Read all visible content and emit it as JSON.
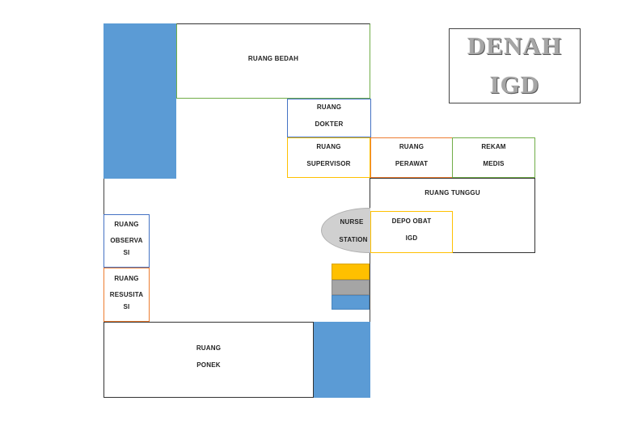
{
  "title": {
    "line1": "DENAH",
    "line2": "IGD"
  },
  "rooms": {
    "bedah": "RUANG BEDAH",
    "dokter": [
      "RUANG",
      "DOKTER"
    ],
    "supervisor": [
      "RUANG",
      "SUPERVISOR"
    ],
    "perawat": [
      "RUANG",
      "PERAWAT"
    ],
    "rekam_medis": [
      "REKAM",
      "MEDIS"
    ],
    "tunggu": "RUANG TUNGGU",
    "nurse_station": [
      "NURSE",
      "STATION"
    ],
    "depo_obat": [
      "DEPO OBAT",
      "IGD"
    ],
    "observasi": [
      "RUANG",
      "OBSERVA",
      "SI"
    ],
    "resusitasi": [
      "RUANG",
      "RESUSITA",
      "SI"
    ],
    "ponek": [
      "RUANG",
      "PONEK"
    ]
  },
  "colors": {
    "blue_block": "#5b9bd5",
    "green_border": "#70ad47",
    "blue_border": "#4472c4",
    "orange_border": "#ed7d31",
    "yellow_border": "#ffc000",
    "nurse_station_fill": "#d0d0d0",
    "legend_yellow": "#ffc000",
    "legend_gray": "#a5a5a5",
    "legend_blue": "#5b9bd5"
  }
}
